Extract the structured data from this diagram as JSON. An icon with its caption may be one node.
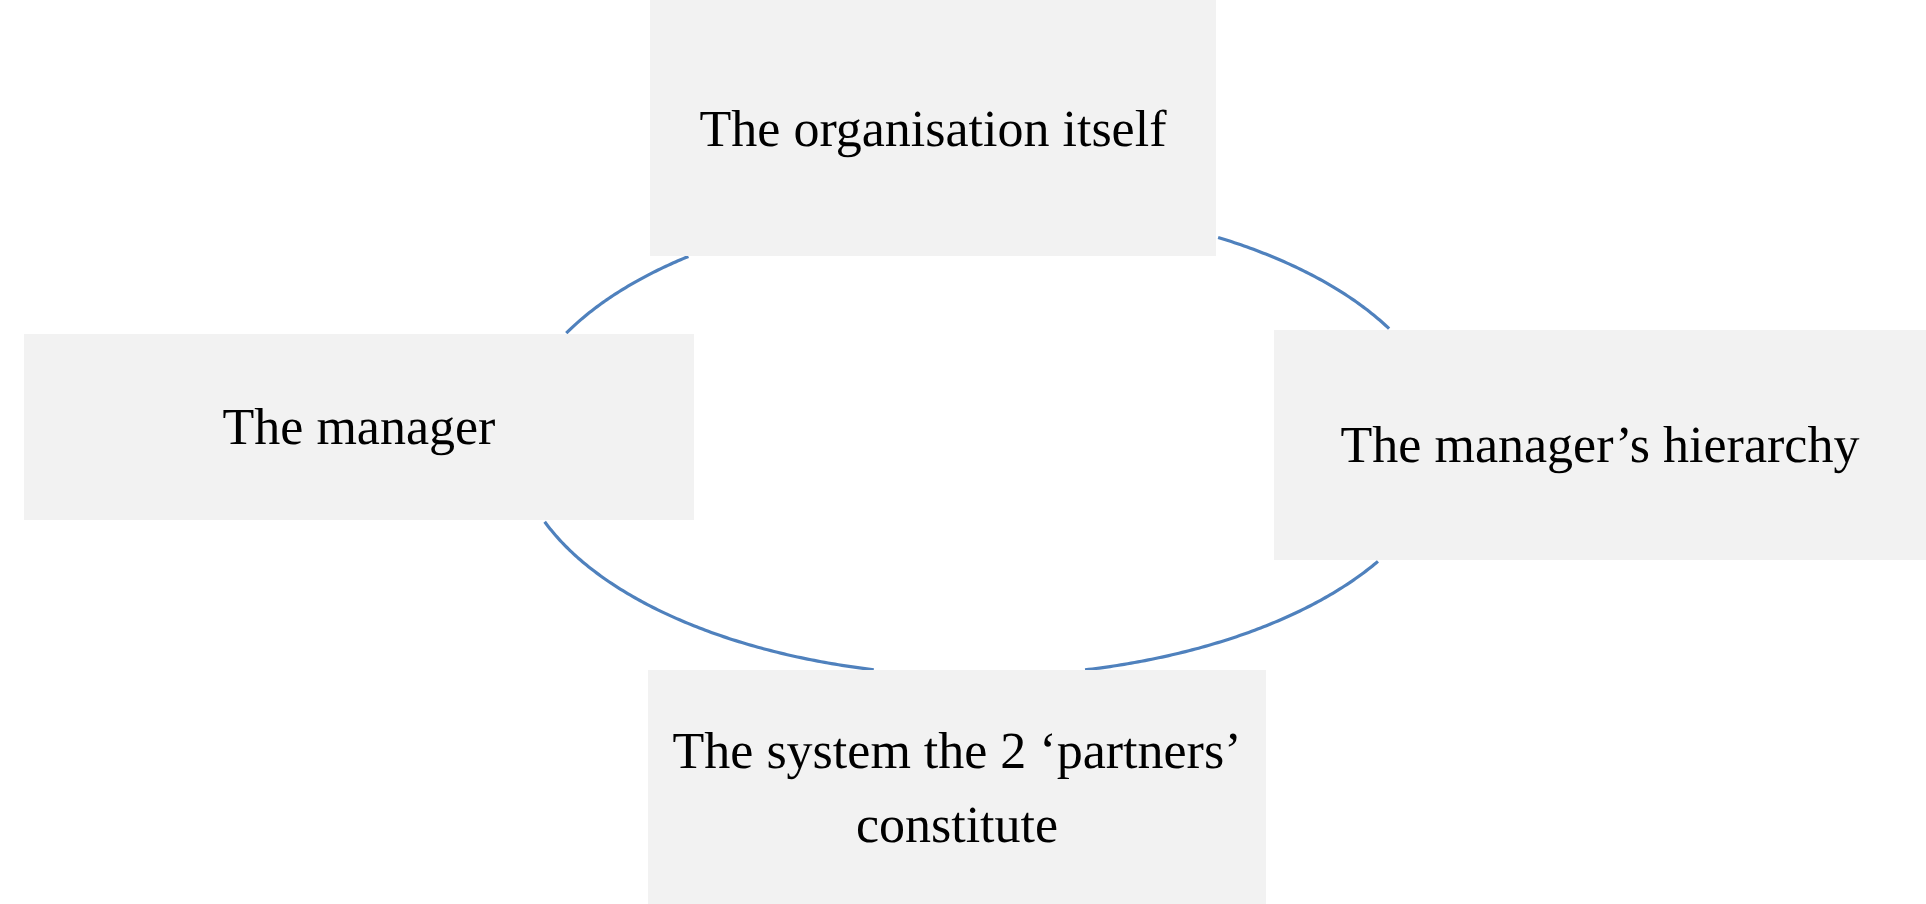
{
  "diagram": {
    "nodes": [
      {
        "text": [
          "The organisation itself"
        ]
      },
      {
        "text": [
          "The manager"
        ]
      },
      {
        "text": [
          "The manager’s hierarchy"
        ]
      },
      {
        "text": [
          "The system the 2 ‘partners’ constitute"
        ]
      }
    ],
    "edges": [
      {
        "from": 0,
        "to": 2,
        "arrow": "none"
      },
      {
        "from": 2,
        "to": 3,
        "arrow": "none"
      },
      {
        "from": 3,
        "to": 1,
        "arrow": "none"
      },
      {
        "from": 1,
        "to": 0,
        "arrow": "none"
      }
    ]
  }
}
